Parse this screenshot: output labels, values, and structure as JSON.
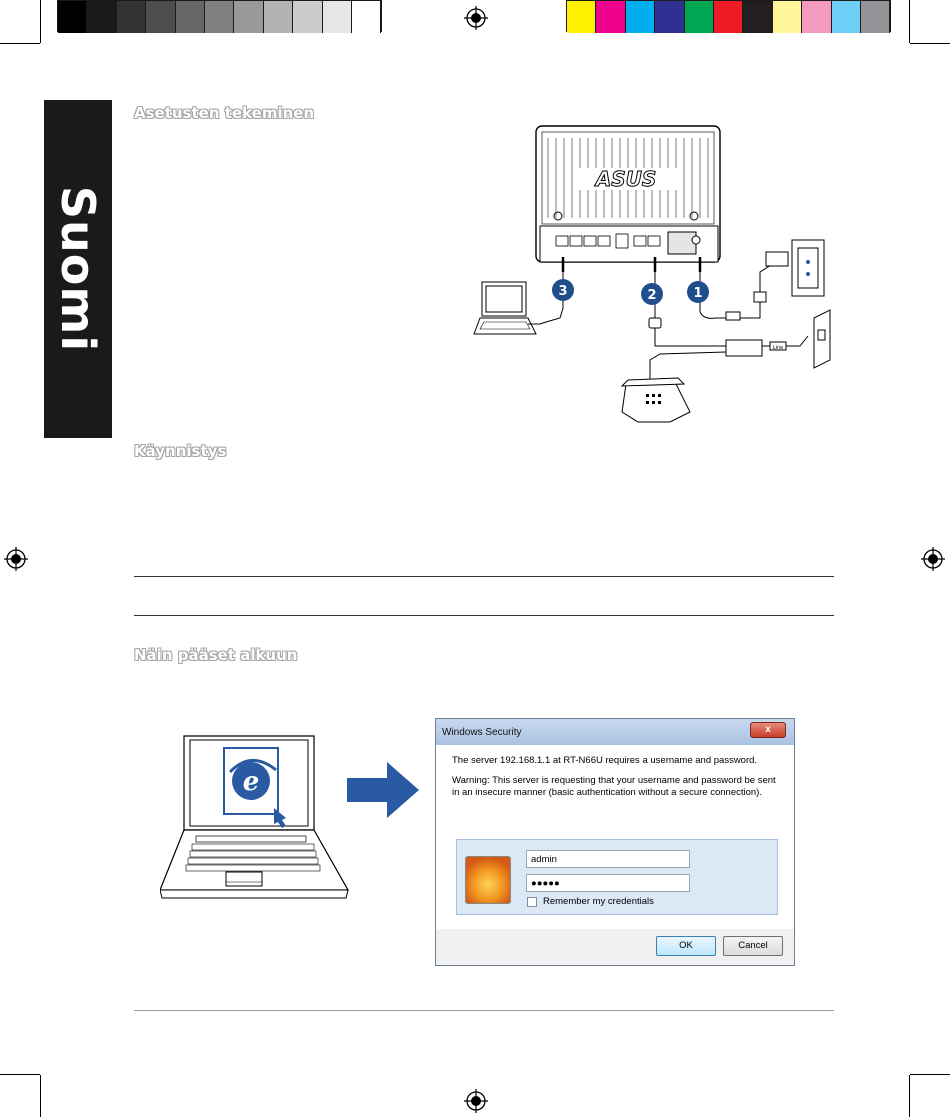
{
  "side_tab": {
    "label": "Suomi"
  },
  "headings": {
    "setup": "Asetusten tekeminen",
    "startup": "Käynnistys",
    "getting_started": "Näin pääset alkuun"
  },
  "diagram": {
    "brand": "ASUS",
    "callouts": [
      "1",
      "2",
      "3"
    ],
    "line_label": "Line"
  },
  "dialog": {
    "title": "Windows Security",
    "close": "x",
    "message": "The server 192.168.1.1 at RT-N66U requires a username and password.",
    "warning": "Warning: This server is requesting that your username and password be sent in an insecure manner (basic authentication without a secure connection).",
    "username": "admin",
    "password": "●●●●●",
    "remember": "Remember my credentials",
    "ok": "OK",
    "cancel": "Cancel"
  },
  "colors": {
    "gray_swatches": [
      "#000000",
      "#1a1a1a",
      "#333333",
      "#4d4d4d",
      "#666666",
      "#808080",
      "#999999",
      "#b3b3b3",
      "#cccccc",
      "#e6e6e6",
      "#ffffff"
    ],
    "color_swatches": [
      "#fff200",
      "#ec008c",
      "#00aeef",
      "#2e3192",
      "#00a651",
      "#ed1c24",
      "#231f20",
      "#fff799",
      "#f49ac1",
      "#6dcff6",
      "#939598"
    ],
    "accent_arrow": "#2b5aa5",
    "callout": "#1f4e8c"
  }
}
